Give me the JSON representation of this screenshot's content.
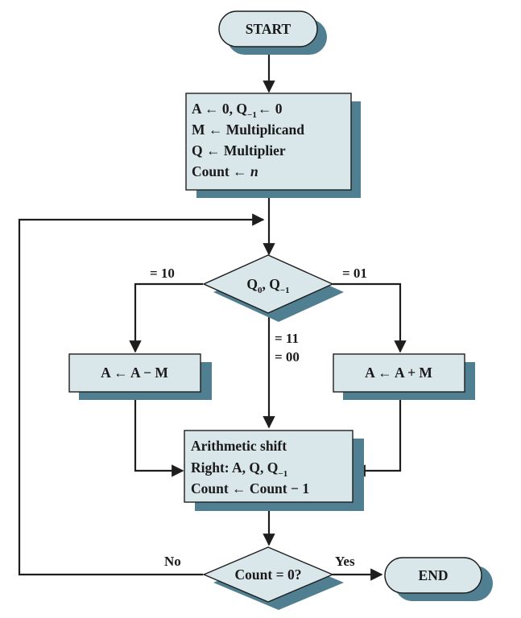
{
  "diagram": {
    "start": {
      "label": "START"
    },
    "end": {
      "label": "END"
    },
    "init": {
      "line1": "A ← 0, Q",
      "line1_sub": "−1",
      "line1_tail": "← 0",
      "line2": "M ← Multiplicand",
      "line3": "Q ← Multiplier",
      "line4": "Count ← ",
      "line4_var": "n"
    },
    "decision_q": {
      "q0": "Q",
      "q0_sub": "0",
      "sep": ", Q",
      "q1_sub": "−1"
    },
    "branch_labels": {
      "left": "= 10",
      "right": "= 01",
      "middle_1": "= 11",
      "middle_2": "= 00"
    },
    "subtract": {
      "label": "A ← A − M"
    },
    "add": {
      "label": "A ← A + M"
    },
    "shift": {
      "line1": "Arithmetic shift",
      "line2": "Right: A, Q, Q",
      "line2_sub": "−1",
      "line3": "Count ← Count − 1"
    },
    "decision_count": {
      "label": "Count = 0?",
      "no": "No",
      "yes": "Yes"
    },
    "colors": {
      "node_fill": "#d9e6ea",
      "shadow": "#4f7f91",
      "line": "#1e1e1e"
    }
  }
}
